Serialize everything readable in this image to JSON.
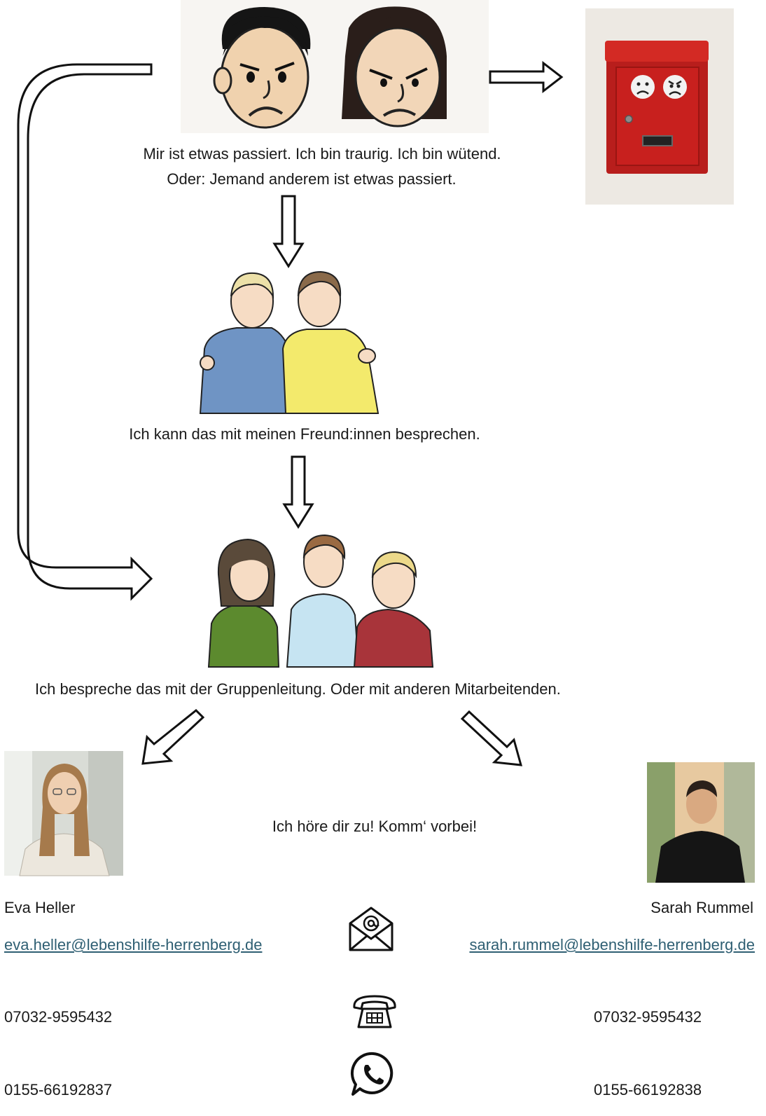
{
  "colors": {
    "mailbox_red": "#c8201e",
    "link": "#2f5f73",
    "text": "#1a1a1a"
  },
  "step1": {
    "line1": "Mir ist etwas passiert. Ich bin traurig. Ich bin wütend.",
    "line2": "Oder: Jemand anderem ist etwas passiert."
  },
  "step2": {
    "text": "Ich kann das mit meinen Freund:innen besprechen."
  },
  "step3": {
    "text": "Ich bespreche das mit der Gruppenleitung. Oder mit anderen Mitarbeitenden."
  },
  "invite": {
    "text": "Ich höre dir zu! Komm‘ vorbei!"
  },
  "contacts": {
    "left": {
      "name": "Eva Heller",
      "email": "eva.heller@lebenshilfe-herrenberg.de",
      "phone": "07032-9595432",
      "mobile": "0155-66192837"
    },
    "right": {
      "name": "Sarah Rummel",
      "email": "sarah.rummel@lebenshilfe-herrenberg.de",
      "phone": "07032-9595432",
      "mobile": "0155-66192838"
    }
  },
  "icons": {
    "email": "envelope-at-icon",
    "phone": "telephone-icon",
    "whatsapp": "whatsapp-icon"
  }
}
